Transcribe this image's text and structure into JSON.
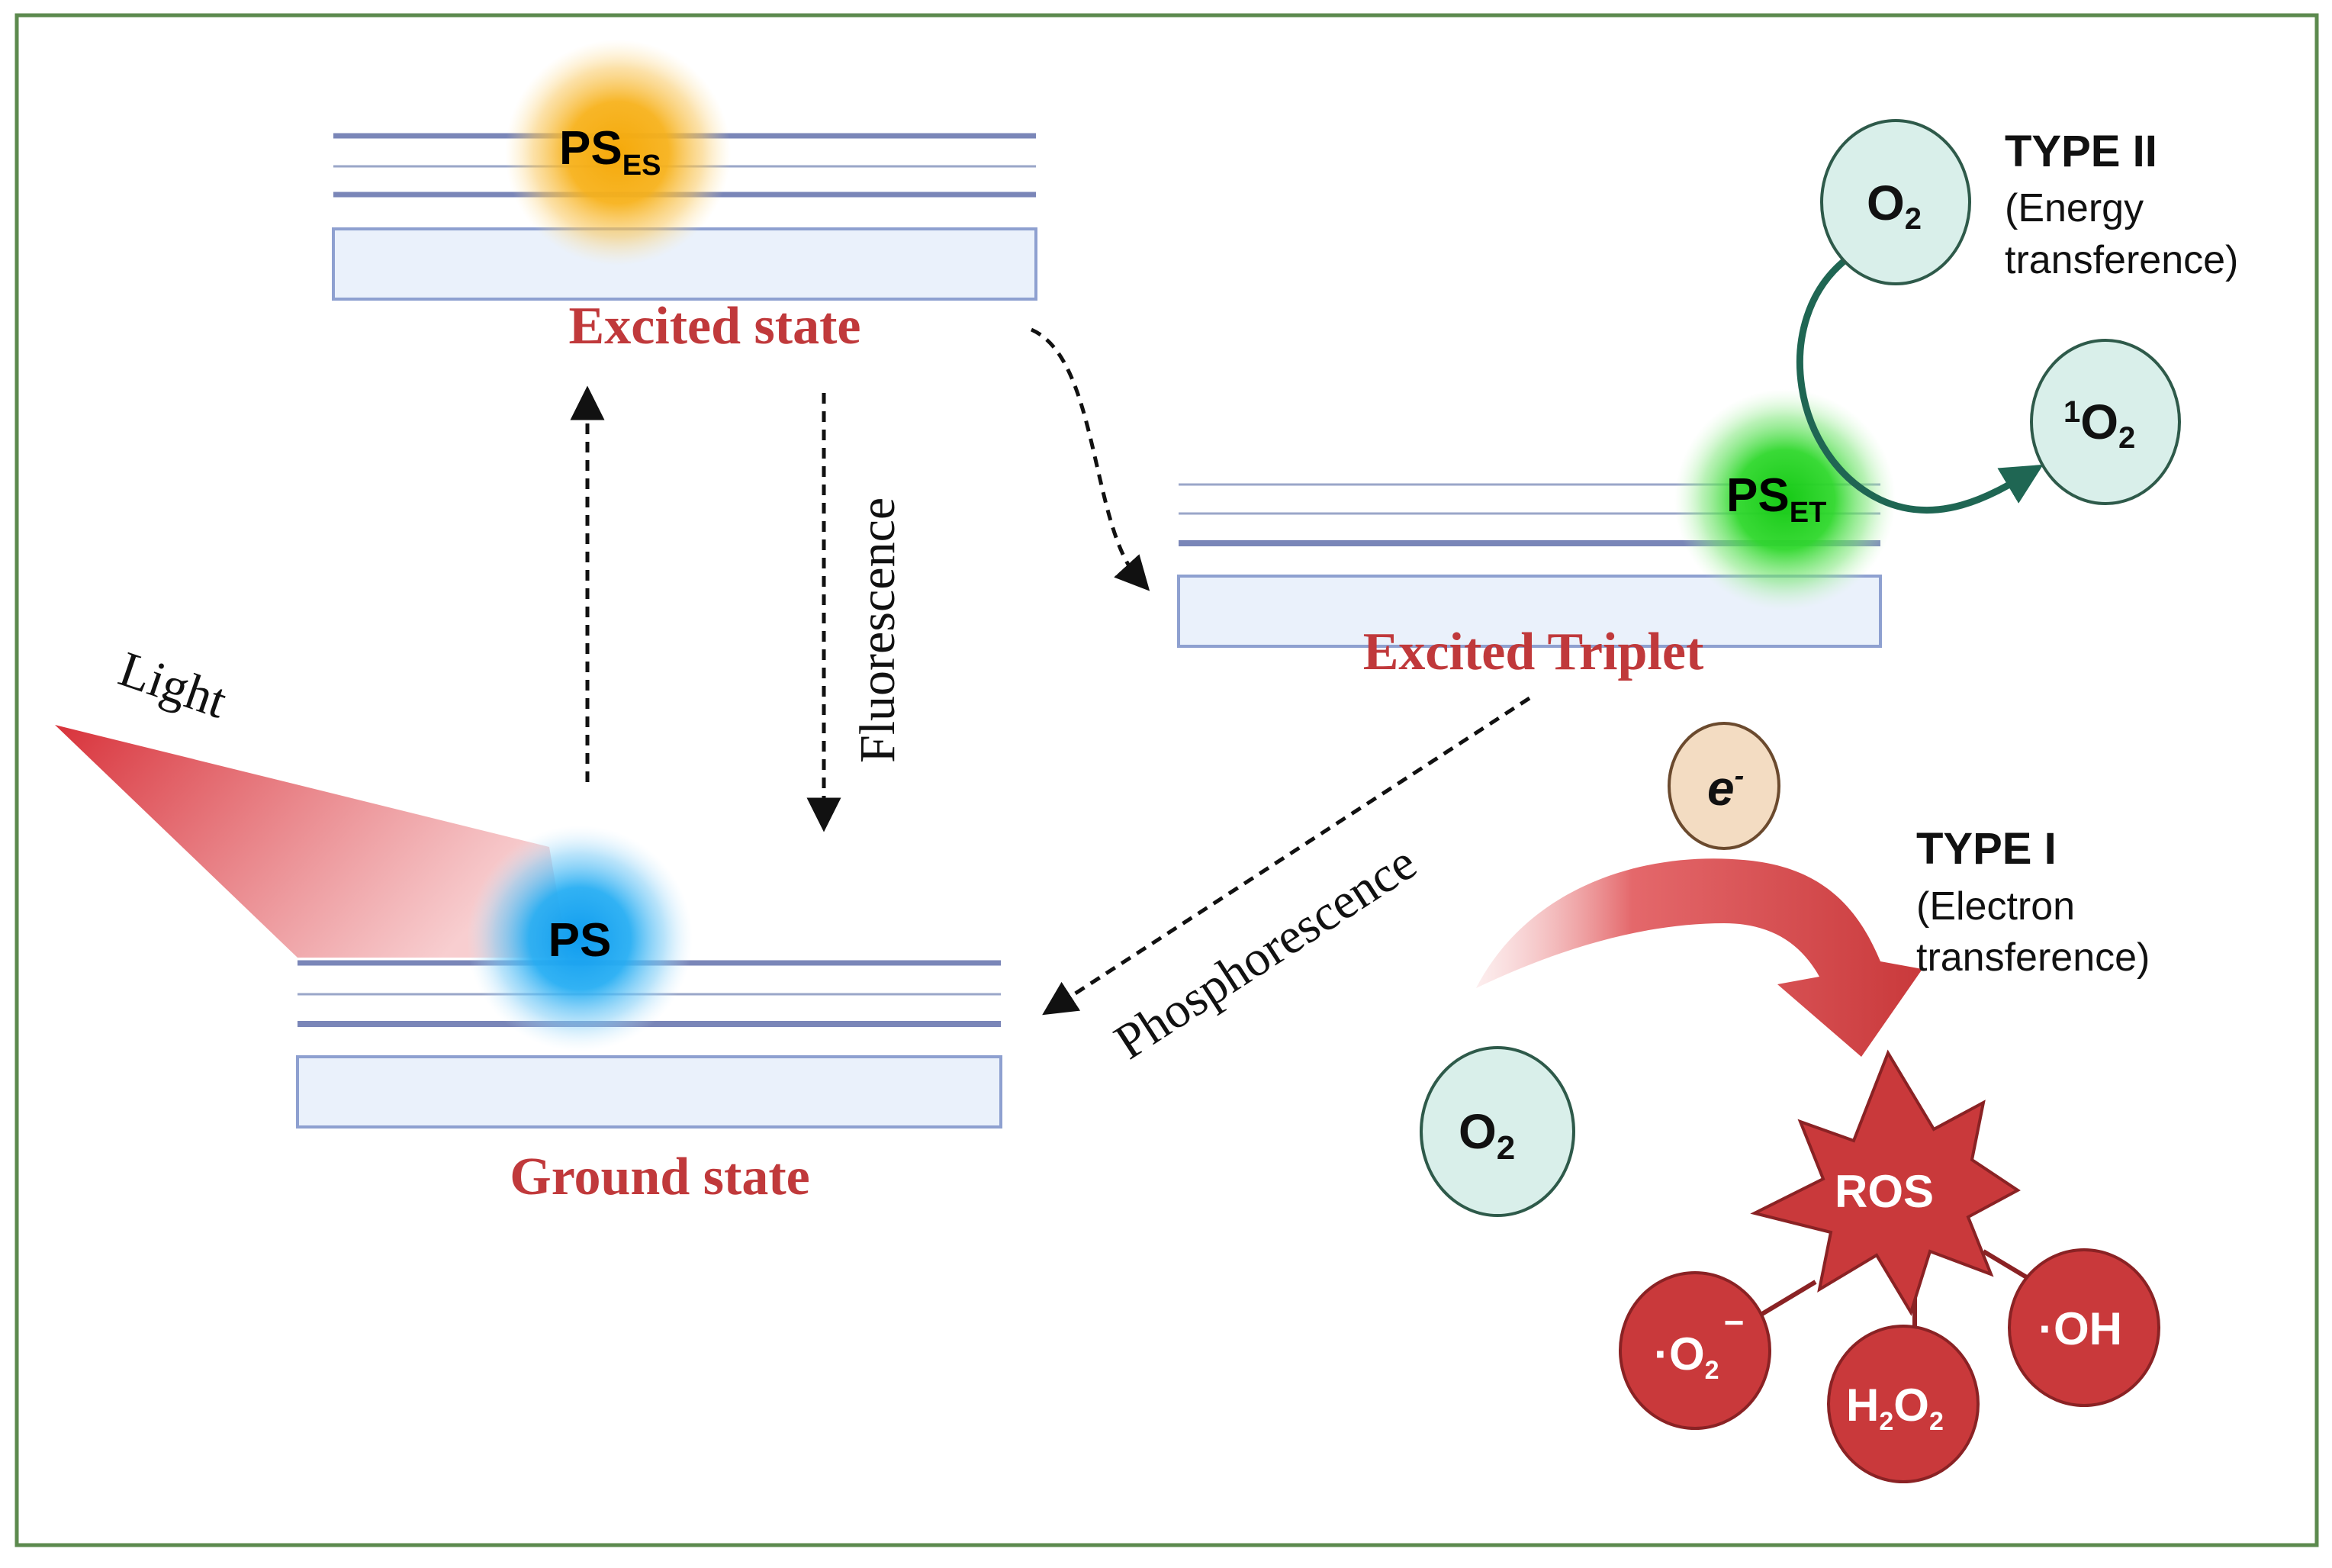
{
  "states": {
    "excited": "Excited state",
    "triplet": "Excited Triplet",
    "ground": "Ground state"
  },
  "photosensitizer": {
    "ground": "PS",
    "excited_main": "PS",
    "excited_sub": "ES",
    "triplet_main": "PS",
    "triplet_sub": "ET"
  },
  "processes": {
    "light": "Light",
    "fluorescence": "Fluorescence",
    "phosphorescence": "Phosphorescence"
  },
  "type2": {
    "title": "TYPE II",
    "line1": "(Energy",
    "line2": "transference)",
    "oxygen_main": "O",
    "oxygen_sub": "2",
    "singlet_sup": "1",
    "singlet_main": "O",
    "singlet_sub": "2"
  },
  "type1": {
    "title": "TYPE I",
    "line1": "(Electron",
    "line2": "transference)",
    "electron_main": "e",
    "electron_sup": "-",
    "oxygen_main": "O",
    "oxygen_sub": "2",
    "ros": "ROS",
    "superoxide_dot": "·",
    "superoxide_main": "O",
    "superoxide_sub": "2",
    "superoxide_charge": "−",
    "peroxide_h1": "H",
    "peroxide_s1": "2",
    "peroxide_o": "O",
    "peroxide_s2": "2",
    "hydroxyl_dot": "·",
    "hydroxyl_main": "OH"
  },
  "colors": {
    "frame": "#5c8a4e",
    "state_label": "#c0393b",
    "level_line": "#7a86b8",
    "level_box_fill": "#eaf1fb",
    "level_box_stroke": "#8ea0d0",
    "oxygen_fill": "#d9efea",
    "oxygen_stroke": "#2e5a4a",
    "type2_arrow": "#1f6653",
    "electron_fill": "#f3dcc2",
    "ros_fill": "#c9393b",
    "glow_excited": "#f5a90a",
    "glow_triplet": "#22d11f",
    "glow_ground": "#19a7f0"
  }
}
